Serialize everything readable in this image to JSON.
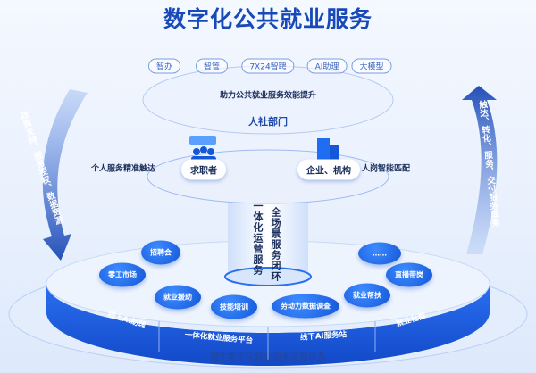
{
  "title": "数字化公共就业服务",
  "top_pills": [
    "智办",
    "智管",
    "7X24智聘",
    "AI助理",
    "大模型"
  ],
  "top_layer": {
    "subtitle": "助力公共就业服务效能提升",
    "label": "人社部门"
  },
  "middle_layer": {
    "left_node": "求职者",
    "right_node": "企业、机构",
    "left_caption": "个人服务精准触达",
    "right_caption": "人岗智能匹配"
  },
  "pillar": {
    "col1": "一体化运营服务",
    "col2": "全场景服务闭环"
  },
  "left_arrow": "政策支持、服务授权、数据资源",
  "right_arrow": "触达、转化、服务，交付服务成果",
  "bubbles": [
    "招聘会",
    "零工市场",
    "就业援助",
    "技能培训",
    "劳动力数据调查",
    "就业帮扶",
    "直播带岗",
    "……"
  ],
  "band_labels": [
    "线上AI助理",
    "一体化就业服务平台",
    "线下AI服务站",
    "就业社群"
  ],
  "base_label": "德生数字化就业服务运营体系",
  "colors": {
    "primary": "#1457d8",
    "title": "#1749b8"
  }
}
